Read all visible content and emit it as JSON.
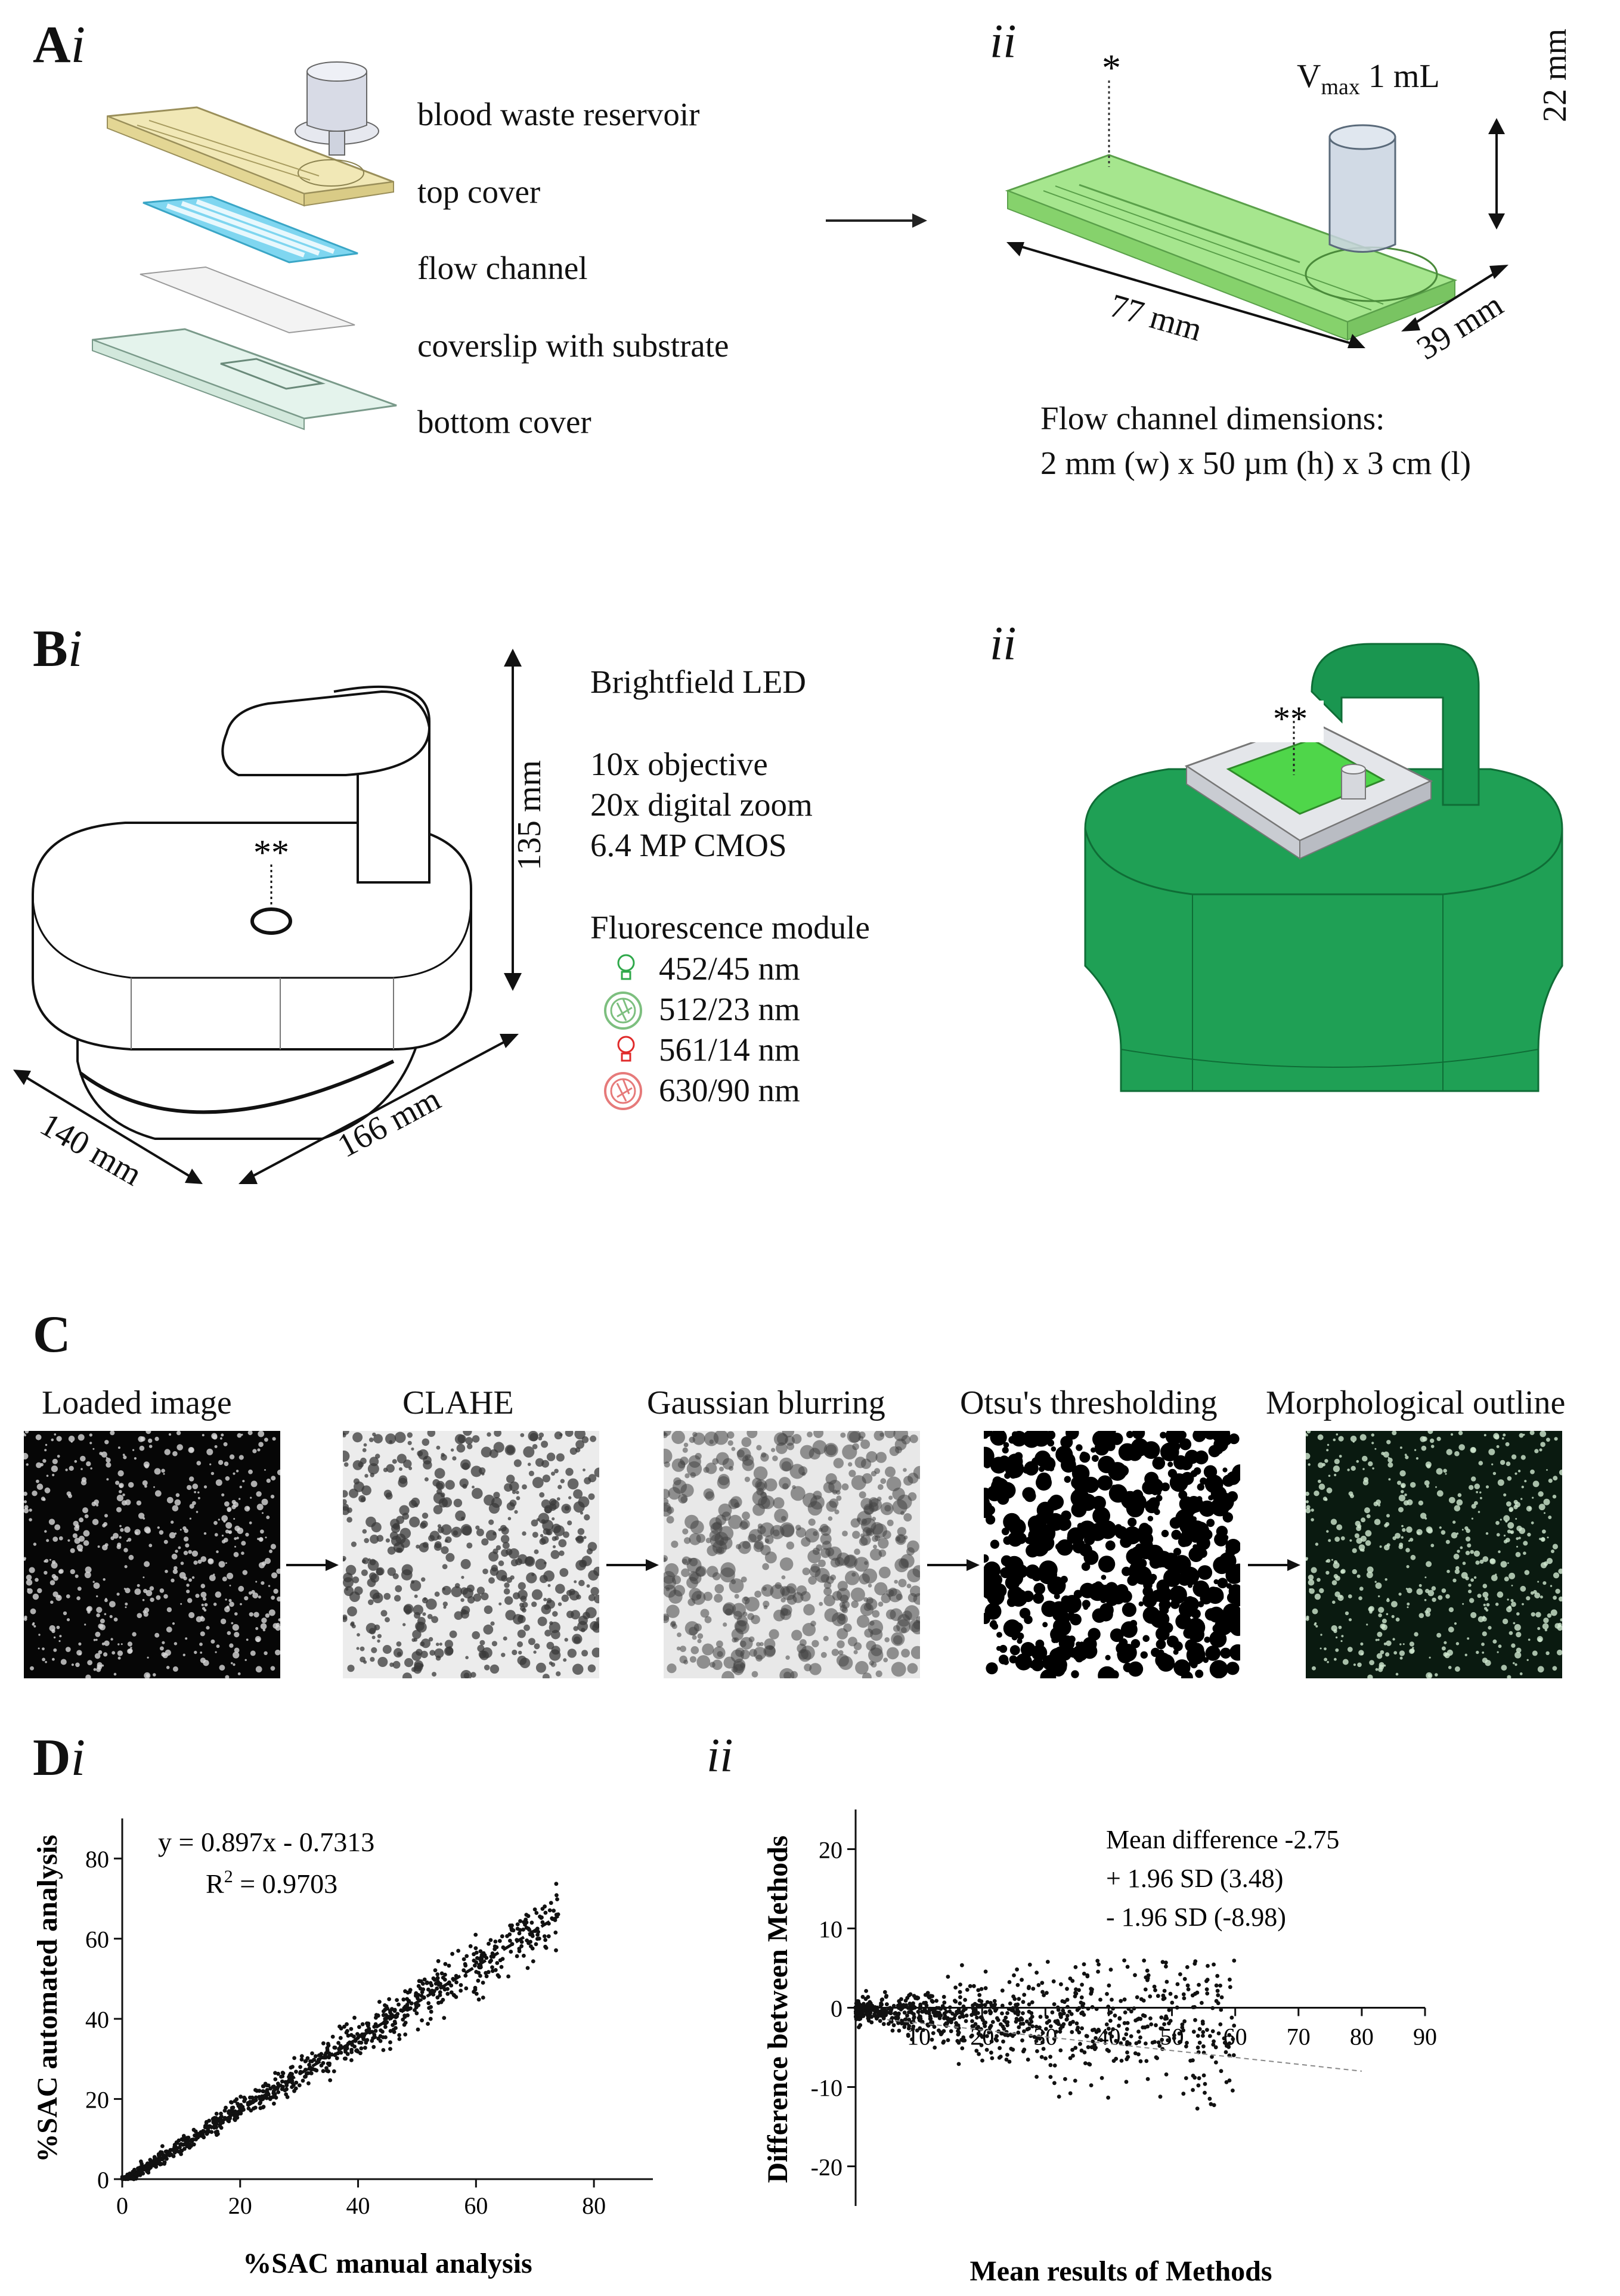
{
  "panelA": {
    "letter": "A",
    "sub_i": "i",
    "sub_ii": "ii",
    "layers": [
      "blood waste reservoir",
      "top cover",
      "flow channel",
      "coverslip with substrate",
      "bottom cover"
    ],
    "asterisk": "*",
    "vmax_v": "V",
    "vmax_sub": "max",
    "vmax_rest": " 1 mL",
    "dim_height": "22 mm",
    "dim_length": "77 mm",
    "dim_width": "39 mm",
    "flow_title": "Flow channel dimensions:",
    "flow_dims": "2 mm (w) x 50 µm (h) x 3 cm (l)"
  },
  "panelB": {
    "letter": "B",
    "sub_i": "i",
    "sub_ii": "ii",
    "stage_marker": "**",
    "dim_height": "135 mm",
    "dim_depth": "140 mm",
    "dim_width": "166 mm",
    "specs": [
      "Brightfield LED",
      "10x objective",
      "20x  digital zoom",
      "6.4 MP CMOS",
      "Fluorescence module"
    ],
    "filters": [
      {
        "label": "452/45 nm",
        "icon": "bulb-icon",
        "color": "#2fa84a"
      },
      {
        "label": "512/23 nm",
        "icon": "filter-wheel-icon",
        "color": "#7dbf7f"
      },
      {
        "label": "561/14 nm",
        "icon": "bulb-icon",
        "color": "#e02a2a"
      },
      {
        "label": "630/90 nm",
        "icon": "filter-wheel-icon",
        "color": "#e67a7a"
      }
    ],
    "device_color": "#1fa055"
  },
  "panelC": {
    "letter": "C",
    "steps": [
      "Loaded image",
      "CLAHE",
      "Gaussian blurring",
      "Otsu's thresholding",
      "Morphological outline"
    ]
  },
  "panelD": {
    "letter": "D",
    "sub_i": "i",
    "sub_ii": "ii",
    "equation": "y = 0.897x - 0.7313",
    "r2_r": "R",
    "r2_sup": "2",
    "r2_rest": " = 0.9703",
    "bland_lines": [
      "Mean difference -2.75",
      "+ 1.96  SD (3.48)",
      "- 1.96 SD (-8.98)"
    ]
  },
  "chart_data": [
    {
      "type": "scatter",
      "title": "",
      "xlabel": "%SAC manual analysis",
      "ylabel": "%SAC automated analysis",
      "xlim": [
        0,
        90
      ],
      "ylim": [
        0,
        90
      ],
      "xticks": [
        0,
        20,
        40,
        60,
        80
      ],
      "yticks": [
        0,
        20,
        40,
        60,
        80
      ],
      "fit": {
        "slope": 0.897,
        "intercept": -0.7313,
        "r2": 0.9703,
        "style": "dashed"
      },
      "n_points": 900,
      "x_range_of_points": [
        0,
        74
      ]
    },
    {
      "type": "scatter",
      "title": "",
      "xlabel": "Mean results of Methods",
      "ylabel": "Difference between Methods",
      "xlim": [
        0,
        90
      ],
      "ylim": [
        -25,
        25
      ],
      "xticks": [
        10,
        20,
        30,
        40,
        50,
        60,
        70,
        80,
        90
      ],
      "yticks": [
        -20,
        -10,
        0,
        10,
        20
      ],
      "mean_difference": -2.75,
      "upper_loa": 3.48,
      "lower_loa": -8.98,
      "n_points": 900
    }
  ]
}
